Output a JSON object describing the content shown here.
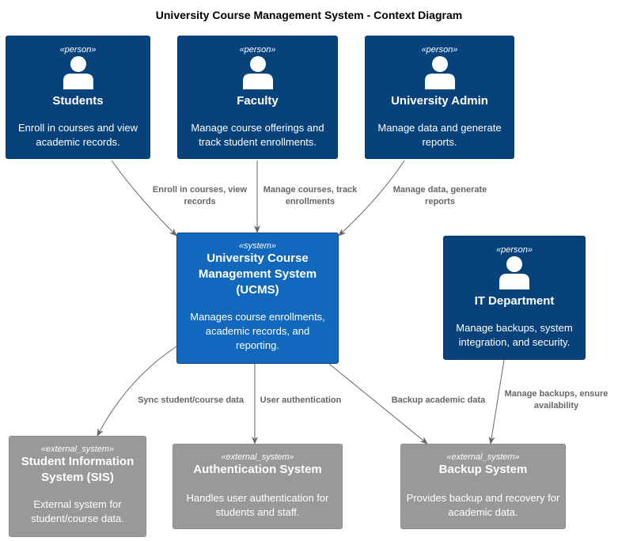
{
  "title": "University Course Management System - Context Diagram",
  "colors": {
    "person": "#08427B",
    "system": "#1168BD",
    "external_system": "#999999",
    "edge": "#666666"
  },
  "nodes": {
    "students": {
      "stereotype": "«person»",
      "icon": "person-icon",
      "name": "Students",
      "description": "Enroll in courses and view academic records."
    },
    "faculty": {
      "stereotype": "«person»",
      "icon": "person-icon",
      "name": "Faculty",
      "description": "Manage course offerings and track student enrollments."
    },
    "admin": {
      "stereotype": "«person»",
      "icon": "person-icon",
      "name": "University Admin",
      "description": "Manage data and generate reports."
    },
    "it": {
      "stereotype": "«person»",
      "icon": "person-icon",
      "name": "IT Department",
      "description": "Manage backups, system integration, and security."
    },
    "ucms": {
      "stereotype": "«system»",
      "name": "University Course Management System (UCMS)",
      "description": "Manages course enrollments, academic records, and reporting."
    },
    "sis": {
      "stereotype": "«external_system»",
      "name": "Student Information System (SIS)",
      "description": "External system for student/course data."
    },
    "auth": {
      "stereotype": "«external_system»",
      "name": "Authentication System",
      "description": "Handles user authentication for students and staff."
    },
    "backup": {
      "stereotype": "«external_system»",
      "name": "Backup System",
      "description": "Provides backup and recovery for academic data."
    }
  },
  "edges": {
    "students_ucms": "Enroll in courses, view records",
    "faculty_ucms": "Manage courses, track enrollments",
    "admin_ucms": "Manage data, generate reports",
    "ucms_sis": "Sync student/course data",
    "ucms_auth": "User authentication",
    "ucms_backup": "Backup academic data",
    "it_backup": "Manage backups, ensure availability"
  }
}
